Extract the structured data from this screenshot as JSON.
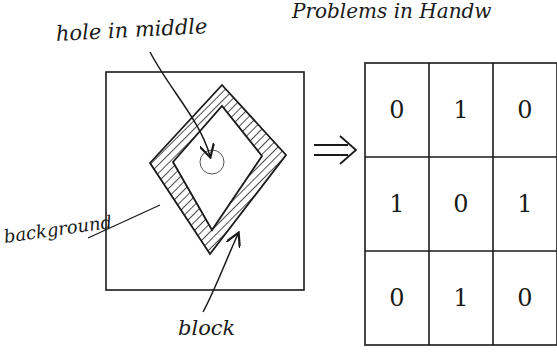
{
  "diagram": {
    "title": "Problems in Handw",
    "labels": [
      "hole in middle",
      "background",
      "block",
      "0",
      "1",
      "0",
      "1",
      "0",
      "1",
      "0",
      "1",
      "0"
    ]
  }
}
